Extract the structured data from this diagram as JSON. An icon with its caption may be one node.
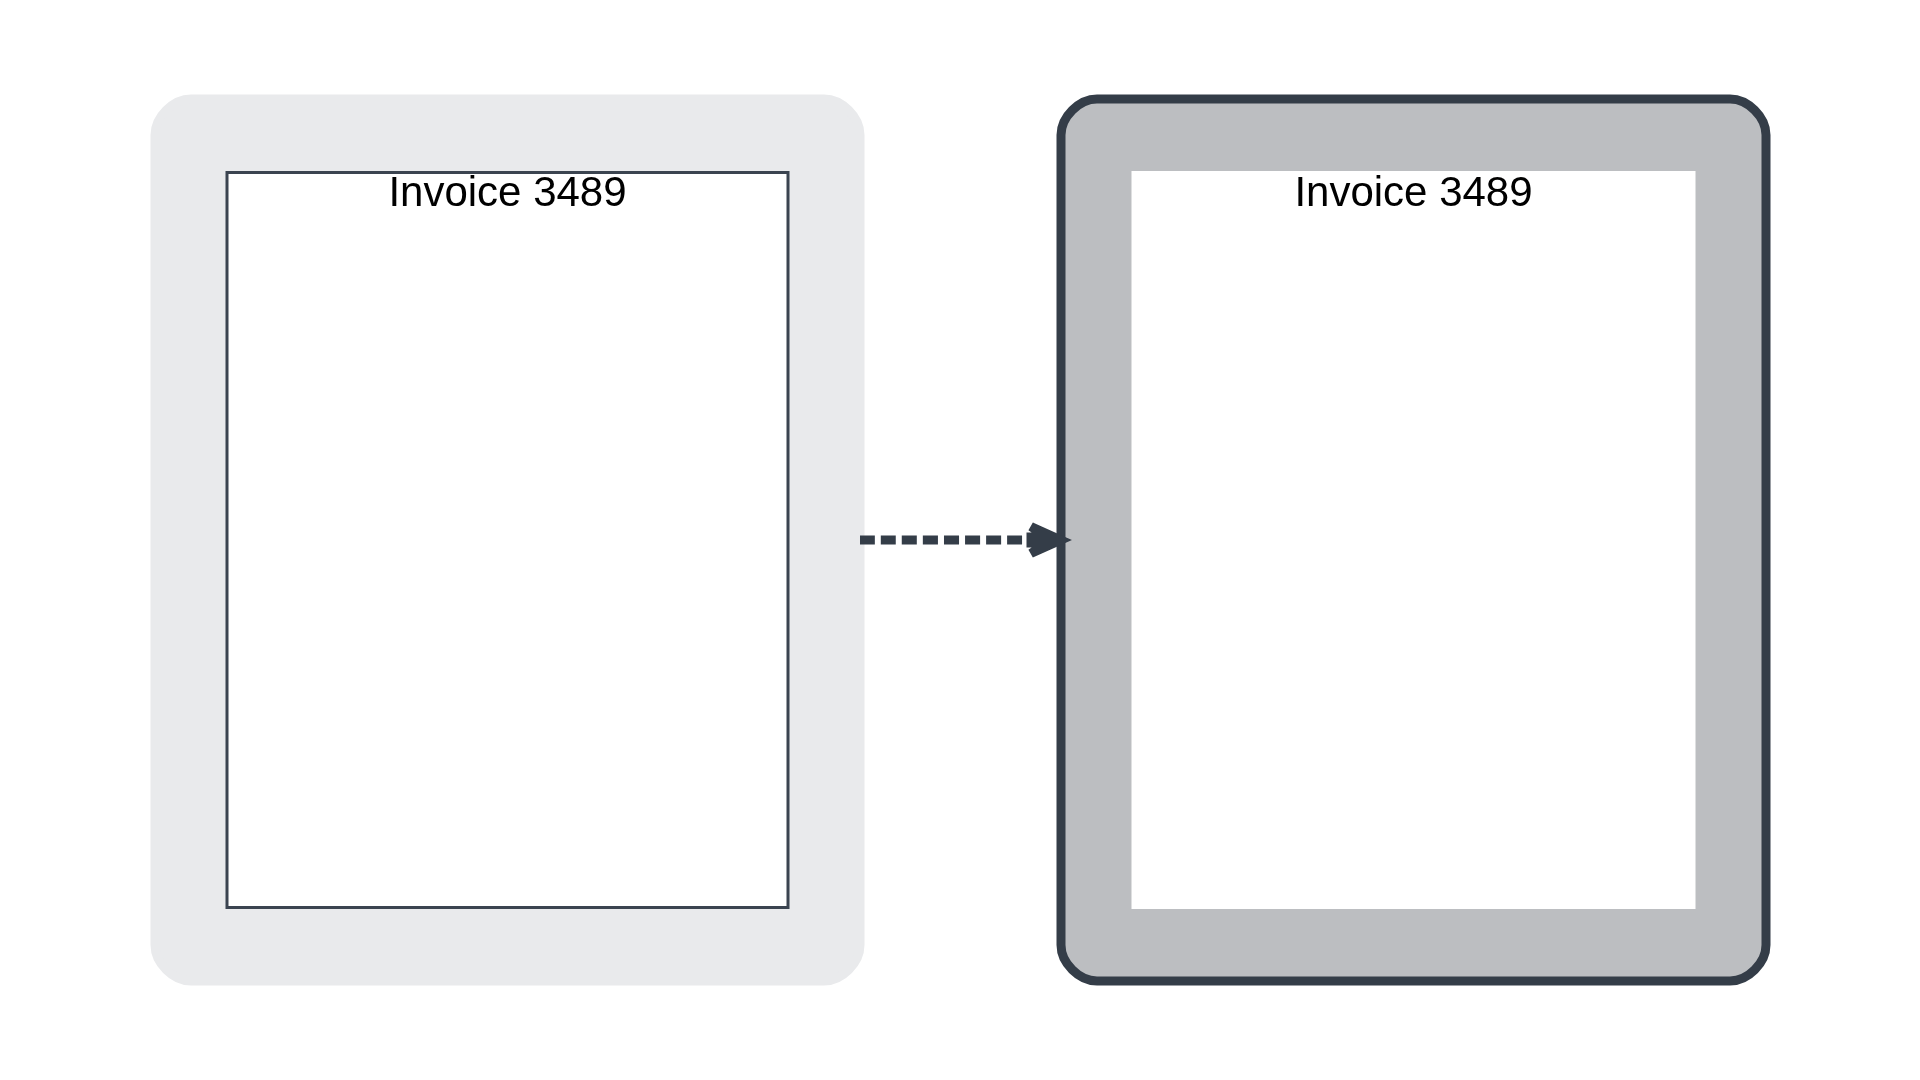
{
  "diagram": {
    "nodes": [
      {
        "text": [],
        "shape": "box"
      },
      {
        "text": [
          "Invoice 3489"
        ],
        "in": 0
      },
      {
        "text": [],
        "shape": "box"
      },
      {
        "text": [
          "Invoice 3489"
        ],
        "in": 2
      }
    ],
    "edges": [
      {
        "from": 0,
        "to": 2,
        "arrow": "to",
        "style": "dashed"
      }
    ]
  }
}
